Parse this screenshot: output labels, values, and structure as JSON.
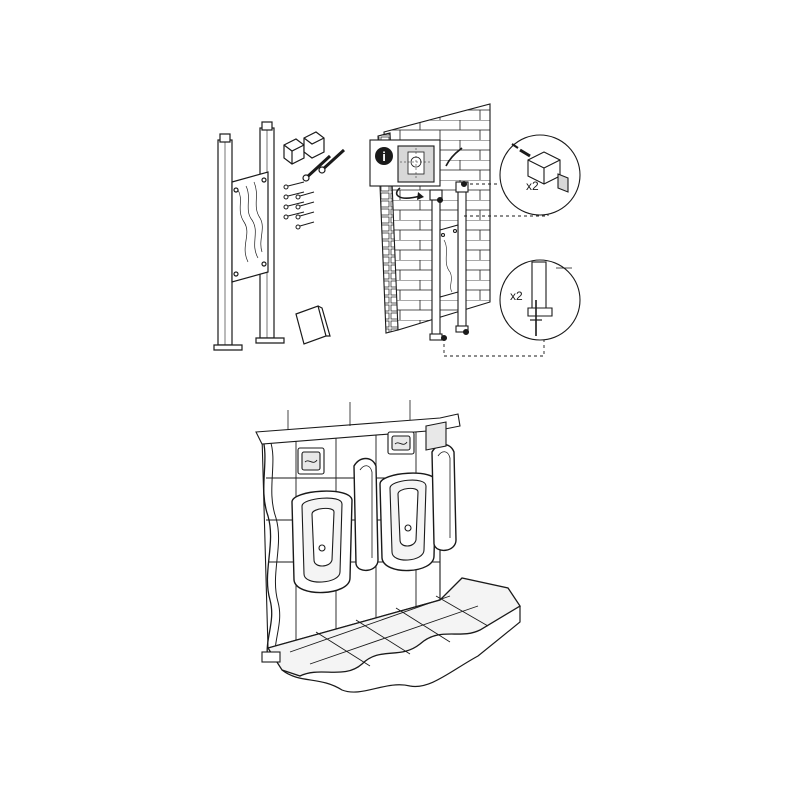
{
  "callouts": {
    "info_marker": "i",
    "top_bracket_qty": "x2",
    "bottom_foot_qty": "x2"
  },
  "colors": {
    "line": "#1a1a1a",
    "frame_fill": "#ffffff",
    "panel_fill": "#e8e8e8",
    "inset_fill": "#d8d8d8",
    "tile_fill": "#f4f4f4",
    "leader": "#333333"
  },
  "icons": {
    "info": "info-circle-icon",
    "leader_dot": "dot-icon"
  }
}
